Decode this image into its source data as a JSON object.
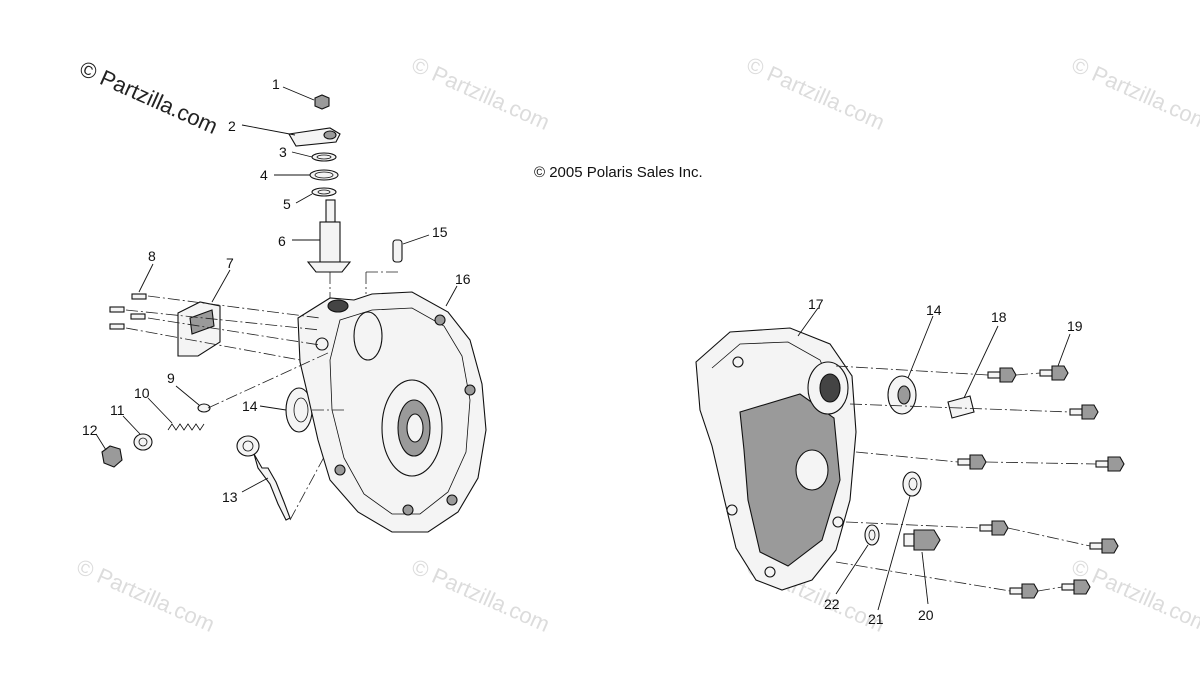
{
  "watermark": {
    "main": "© Partzilla.com",
    "repeat": "© Partzilla.com"
  },
  "copyright": "© 2005 Polaris Sales Inc.",
  "callouts": [
    "1",
    "2",
    "3",
    "4",
    "5",
    "6",
    "7",
    "8",
    "9",
    "10",
    "11",
    "12",
    "13",
    "14",
    "15",
    "16",
    "14",
    "17",
    "18",
    "19",
    "20",
    "21",
    "22"
  ]
}
